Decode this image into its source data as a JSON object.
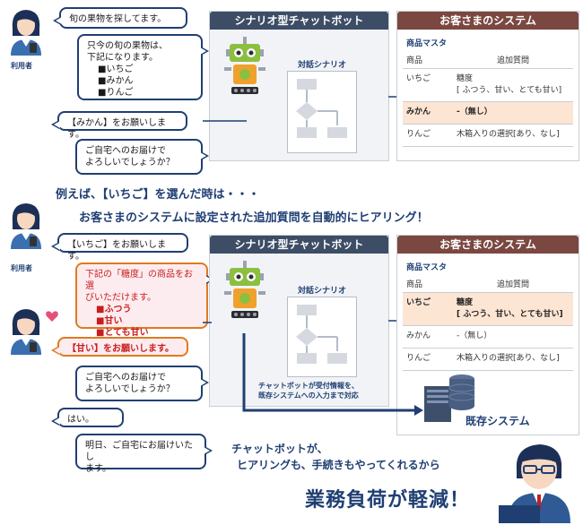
{
  "labels": {
    "user": "利用者",
    "user2": "利用者"
  },
  "top": {
    "chat_title": "シナリオ型チャットボット",
    "system_title": "お客さまのシステム",
    "master_title": "商品マスタ",
    "col_product": "商品",
    "col_question": "追加質問",
    "scenario_label": "対話シナリオ",
    "rows": [
      {
        "product": "いちご",
        "q1": "糖度",
        "q2": "[ ふつう、甘い、とても甘い]"
      },
      {
        "product": "みかん",
        "q1": "-（無し）",
        "q2": ""
      },
      {
        "product": "りんご",
        "q1": "木箱入りの選択[あり、なし]",
        "q2": ""
      }
    ],
    "bubble1": "旬の果物を探してます。",
    "bubble2": {
      "line1": "只今の旬の果物は、",
      "line2": "下記になります。",
      "item1": "■いちご",
      "item2": "■みかん",
      "item3": "■りんご"
    },
    "bubble3": "【みかん】をお願いします。",
    "bubble4": {
      "line1": "ご自宅へのお届けで",
      "line2": "よろしいでしょうか？"
    }
  },
  "middle": {
    "line1": "例えば、【いちご】を選んだ時は・・・",
    "line2": "お客さまのシステムに設定された追加質問を自動的にヒアリング！"
  },
  "bottom": {
    "chat_title": "シナリオ型チャットボット",
    "system_title": "お客さまのシステム",
    "master_title": "商品マスタ",
    "col_product": "商品",
    "col_question": "追加質問",
    "scenario_label": "対話シナリオ",
    "rows": [
      {
        "product": "いちご",
        "q1": "糖度",
        "q2": "[ ふつう、甘い、とても甘い]"
      },
      {
        "product": "みかん",
        "q1": "-（無し）",
        "q2": ""
      },
      {
        "product": "りんご",
        "q1": "木箱入りの選択[あり、なし]",
        "q2": ""
      }
    ],
    "bubble1": "【いちご】をお願いします。",
    "bubble2": {
      "line1": "下記の「糖度」の商品をお選",
      "line2": "びいただけます。",
      "item1": "■ふつう",
      "item2": "■甘い",
      "item3": "■とても甘い"
    },
    "bubble3": "【甘い】をお願いします。",
    "bubble4": {
      "line1": "ご自宅へのお届けで",
      "line2": "よろしいでしょうか？"
    },
    "bubble5": "はい。",
    "bubble6": {
      "line1": "明日、ご自宅にお届けいたし",
      "line2": "ます。"
    },
    "note": {
      "line1": "チャットボットが受付情報を、",
      "line2": "既存システムへの入力まで対応"
    },
    "existing_system": "既存システム"
  },
  "footer": {
    "line1": "チャットボットが、",
    "line2": "ヒアリングも、手続きもやってくれるから",
    "big": "業務負荷が軽減！"
  },
  "colors": {
    "navy": "#1f3f73",
    "orange": "#e07a1f",
    "red": "#c81d1d",
    "brown": "#7a4840",
    "slate": "#3d4d66"
  }
}
